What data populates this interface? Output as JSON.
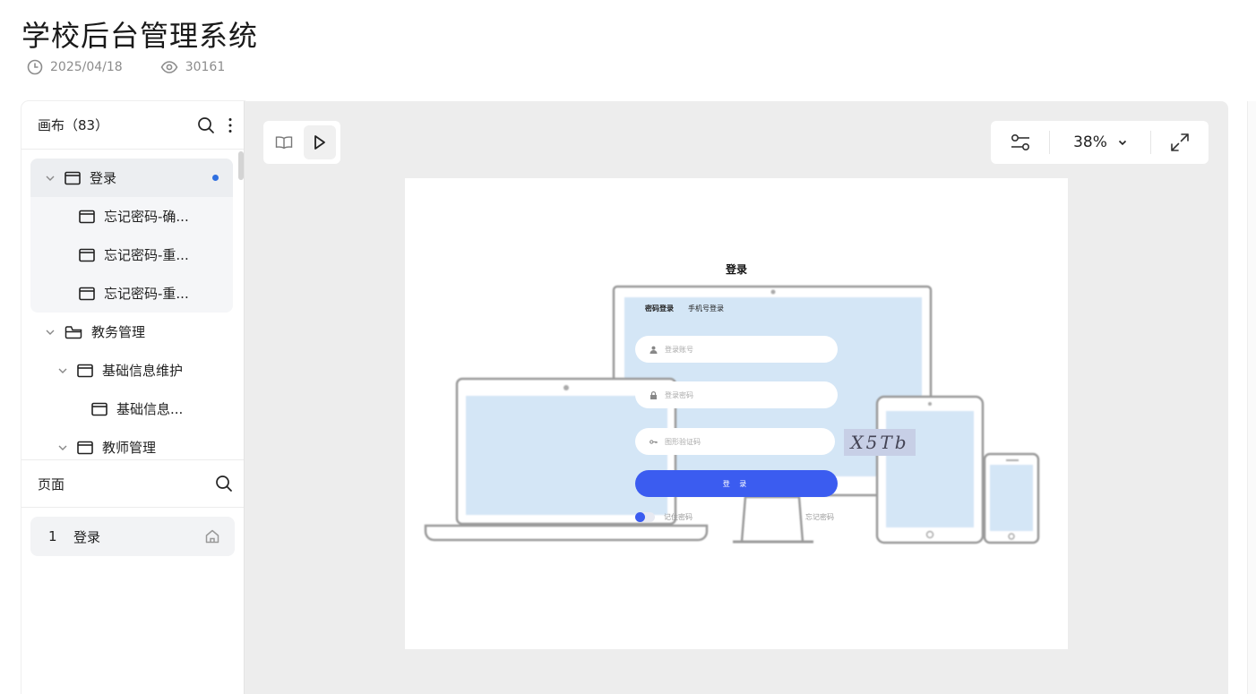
{
  "header": {
    "title": "学校后台管理系统",
    "date": "2025/04/18",
    "views": "30161"
  },
  "canvas_panel": {
    "title": "画布（83）",
    "tree": [
      {
        "label": "登录",
        "kind": "page",
        "expanded": true,
        "active": true,
        "dot": true
      },
      {
        "label": "忘记密码-确...",
        "kind": "page"
      },
      {
        "label": "忘记密码-重...",
        "kind": "page"
      },
      {
        "label": "忘记密码-重...",
        "kind": "page"
      },
      {
        "label": "教务管理",
        "kind": "folder",
        "expanded": true
      },
      {
        "label": "基础信息维护",
        "kind": "page",
        "expanded": true
      },
      {
        "label": "基础信息...",
        "kind": "page"
      },
      {
        "label": "教师管理",
        "kind": "page",
        "expanded": true
      }
    ]
  },
  "pages_panel": {
    "title": "页面",
    "items": [
      {
        "index": "1",
        "label": "登录"
      }
    ]
  },
  "toolbar": {
    "zoom": "38%"
  },
  "artboard": {
    "title": "登录",
    "tabs": [
      "密码登录",
      "手机号登录"
    ],
    "account_placeholder": "登录账号",
    "password_placeholder": "登录密码",
    "captcha_placeholder": "图形验证码",
    "captcha_text": "X5Tb",
    "login_button": "登 录",
    "remember_label": "记住密码",
    "forgot_label": "忘记密码"
  },
  "colors": {
    "accent": "#3b5cf0",
    "active_dot": "#2f6fe0",
    "screen_fill": "#d4e6f6",
    "canvas_bg": "#ededed"
  }
}
